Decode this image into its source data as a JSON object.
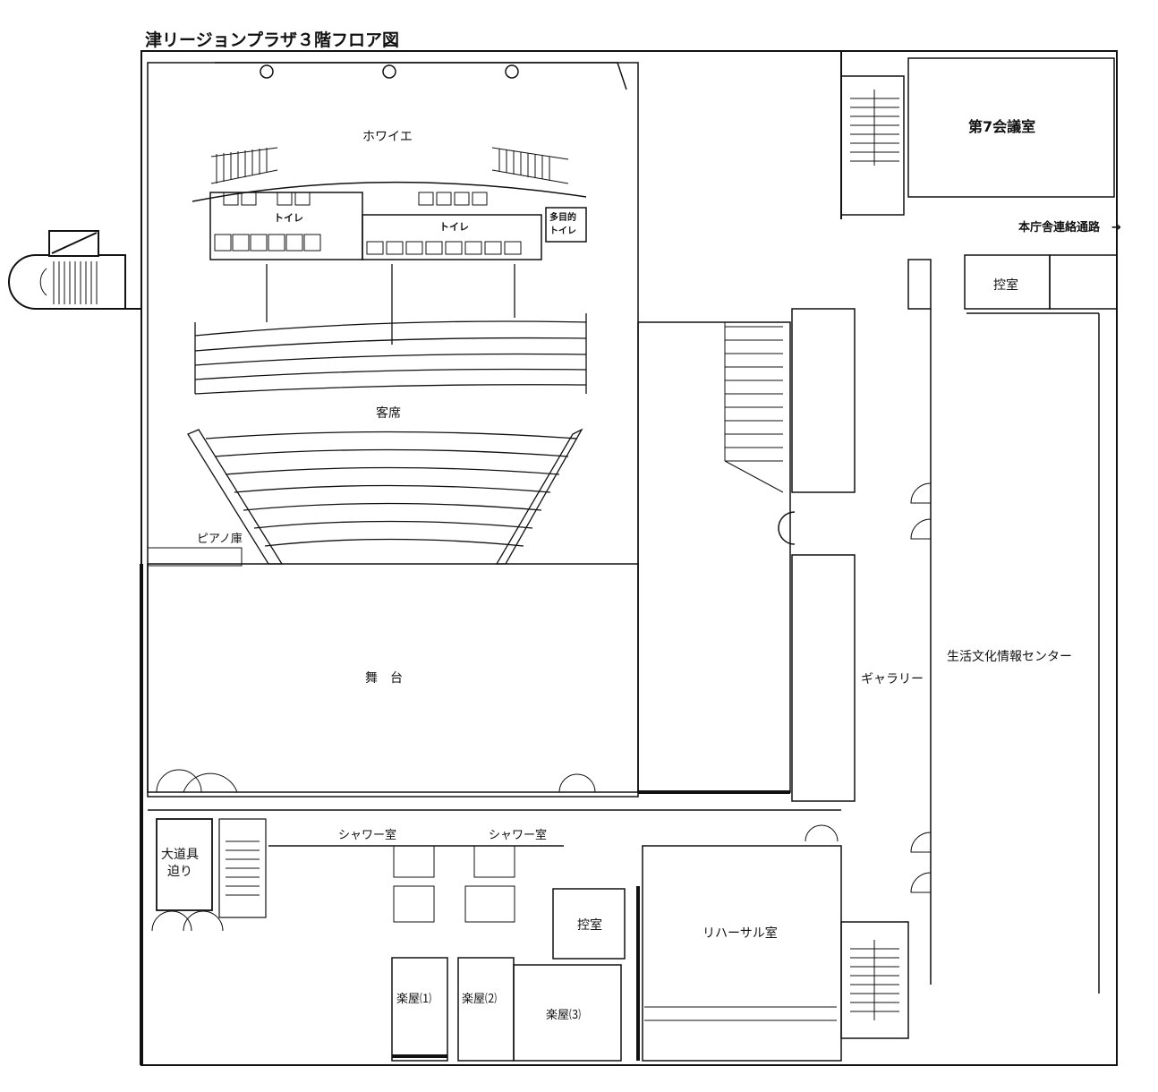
{
  "title": "津リージョンプラザ３階フロア図",
  "rooms": {
    "foyer": "ホワイエ",
    "toilet_left": "トイレ",
    "toilet_right": "トイレ",
    "multipurpose_toilet": "多目的\nトイレ",
    "seats": "客席",
    "piano_storage": "ピアノ庫",
    "stage": "舞　台",
    "props_lift": "大道具\n迫り",
    "shower_left": "シャワー室",
    "shower_right": "シャワー室",
    "waiting_room_south": "控室",
    "rehearsal_room": "リハーサル室",
    "dressing_1": "楽屋⑴",
    "dressing_2": "楽屋⑵",
    "dressing_3": "楽屋⑶",
    "conference_7": "第7会議室",
    "bridge_note": "本庁舎連絡通路　→",
    "waiting_room_east": "控室",
    "gallery": "ギャラリー",
    "info_center": "生活文化情報センター"
  }
}
